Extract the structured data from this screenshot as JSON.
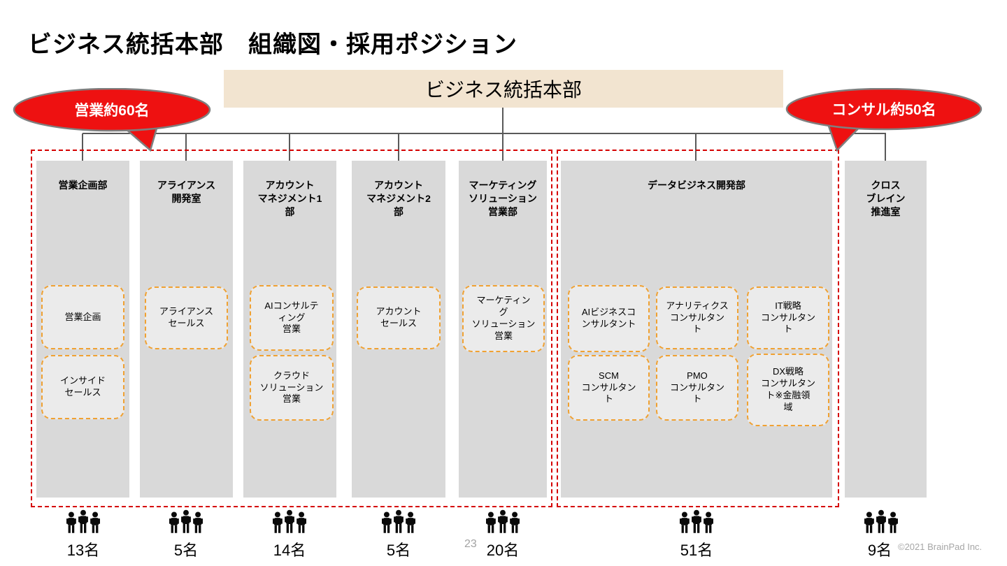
{
  "title": "ビジネス統括本部　組織図・採用ポジション",
  "root_box": {
    "label": "ビジネス統括本部"
  },
  "callouts": {
    "sales": "営業約60名",
    "consulting": "コンサル約50名"
  },
  "departments": [
    {
      "name": "営業企画部",
      "headcount": "13名",
      "positions": [
        "営業企画",
        "インサイド\nセールス"
      ]
    },
    {
      "name": "アライアンス\n開発室",
      "headcount": "5名",
      "positions": [
        "アライアンス\nセールス"
      ]
    },
    {
      "name": "アカウント\nマネジメント1\n部",
      "headcount": "14名",
      "positions": [
        "AIコンサルテ\nィング\n営業",
        "クラウド\nソリューション\n営業"
      ]
    },
    {
      "name": "アカウント\nマネジメント2\n部",
      "headcount": "5名",
      "positions": [
        "アカウント\nセールス"
      ]
    },
    {
      "name": "マーケティング\nソリューション\n営業部",
      "headcount": "20名",
      "positions": [
        "マーケティン\nグ\nソリューション\n営業"
      ]
    },
    {
      "name": "データビジネス開発部",
      "headcount": "51名",
      "positions": [
        "AIビジネスコ\nンサルタント",
        "アナリティクス\nコンサルタン\nト",
        "IT戦略\nコンサルタン\nト",
        "SCM\nコンサルタン\nト",
        "PMO\nコンサルタン\nト",
        "DX戦略\nコンサルタン\nト※金融領\n域"
      ]
    },
    {
      "name": "クロス\nブレイン\n推進室",
      "headcount": "9名",
      "positions": []
    }
  ],
  "page_number": "23",
  "copyright": "©2021 BrainPad Inc.",
  "icons": {
    "people": "people-icon"
  },
  "colors": {
    "callout_red": "#ee1111",
    "group_border_red": "#d50000",
    "position_border_orange": "#f0a132",
    "department_gray": "#d9d9d9",
    "position_gray": "#ebebeb",
    "root_tan": "#f2e4d0",
    "connector_gray": "#595959"
  }
}
